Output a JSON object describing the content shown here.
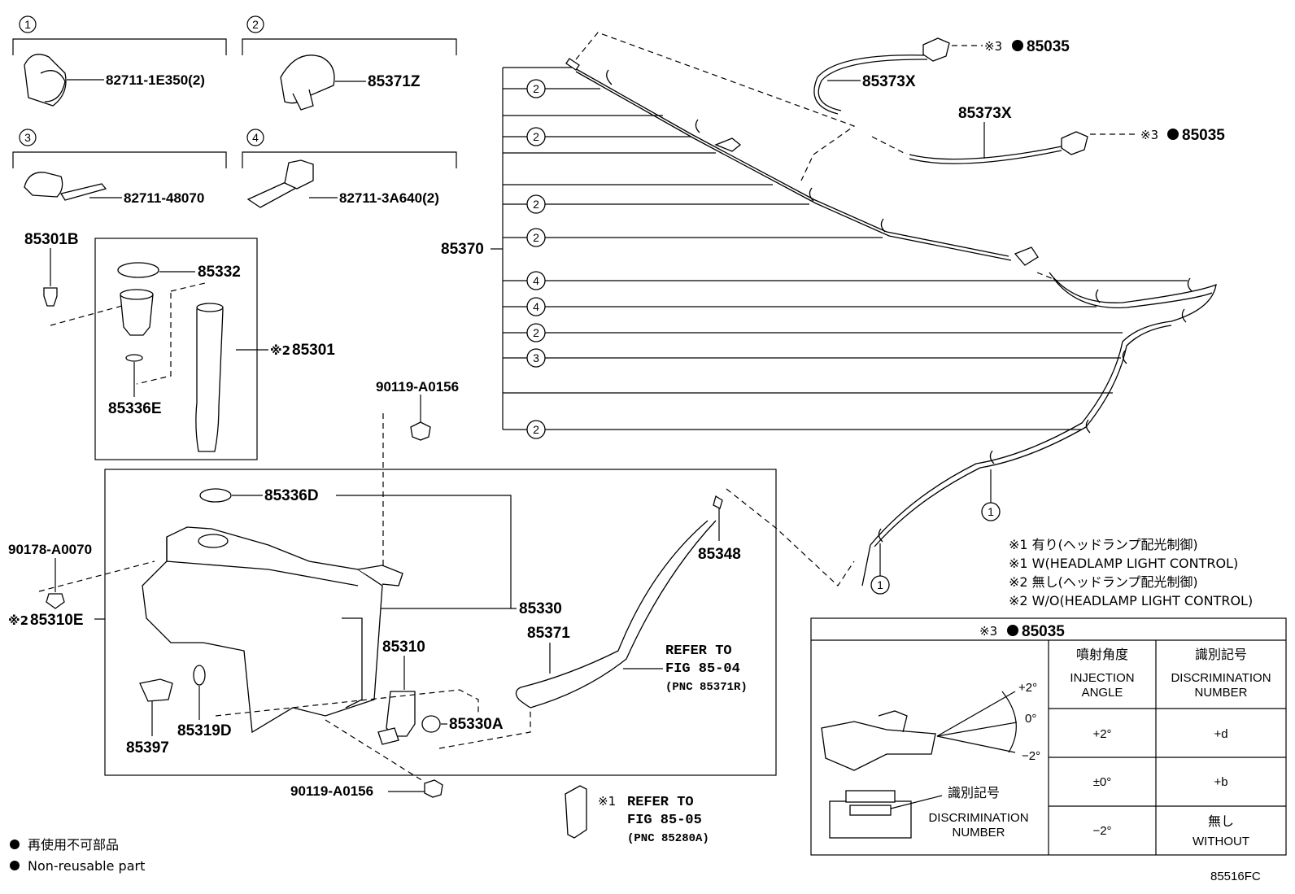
{
  "callouts": {
    "c1": "1",
    "c2": "2",
    "c3": "3",
    "c4": "4"
  },
  "legend_parts": {
    "p1": "82711-1E350(2)",
    "p2": "85371Z",
    "p3": "82711-48070",
    "p4": "82711-3A640(2)"
  },
  "parts": {
    "p85301B": "85301B",
    "p85332": "85332",
    "p85301": "85301",
    "p85301_mark": "※2",
    "p85336E": "85336E",
    "p90119a": "90119-A0156",
    "p85336D": "85336D",
    "p90178": "90178-A0070",
    "p85310E": "85310E",
    "p85310E_mark": "※2",
    "p85330": "85330",
    "p85371": "85371",
    "p85310": "85310",
    "p85348": "85348",
    "p85397": "85397",
    "p85319D": "85319D",
    "p85330A": "85330A",
    "p90119b": "90119-A0156",
    "p85370": "85370",
    "p85373X_a": "85373X",
    "p85373X_b": "85373X",
    "p85035_a": "85035",
    "p85035_b": "85035",
    "mark3": "※3"
  },
  "refs": {
    "ref1_line1": "REFER TO",
    "ref1_line2": "FIG 85-04",
    "ref1_line3": "(PNC 85371R)",
    "ref2_mark": "※1",
    "ref2_line1": "REFER TO",
    "ref2_line2": "FIG 85-05",
    "ref2_line3": "(PNC 85280A)"
  },
  "notes": {
    "n1": "※1 有り(ヘッドランプ配光制御)",
    "n2": "※1 W(HEADLAMP LIGHT CONTROL)",
    "n3": "※2 無し(ヘッドランプ配光制御)",
    "n4": "※2 W/O(HEADLAMP LIGHT CONTROL)"
  },
  "table": {
    "title_mark": "※3",
    "title_part": "85035",
    "col1_jp": "噴射角度",
    "col1_en1": "INJECTION",
    "col1_en2": "ANGLE",
    "col2_jp": "識別記号",
    "col2_en1": "DISCRIMINATION",
    "col2_en2": "NUMBER",
    "rows": [
      {
        "angle": "+2°",
        "mark": "+d"
      },
      {
        "angle": "±0°",
        "mark": "+b"
      },
      {
        "angle": "−2°",
        "mark_jp": "無し",
        "mark_en": "WITHOUT"
      }
    ],
    "ang_p2": "+2°",
    "ang_0": "0°",
    "ang_m2": "−2°",
    "disc_jp": "識別記号",
    "disc_en1": "DISCRIMINATION",
    "disc_en2": "NUMBER"
  },
  "footer": {
    "legend_jp": "再使用不可部品",
    "legend_en": "Non-reusable part",
    "code": "85516FC"
  }
}
